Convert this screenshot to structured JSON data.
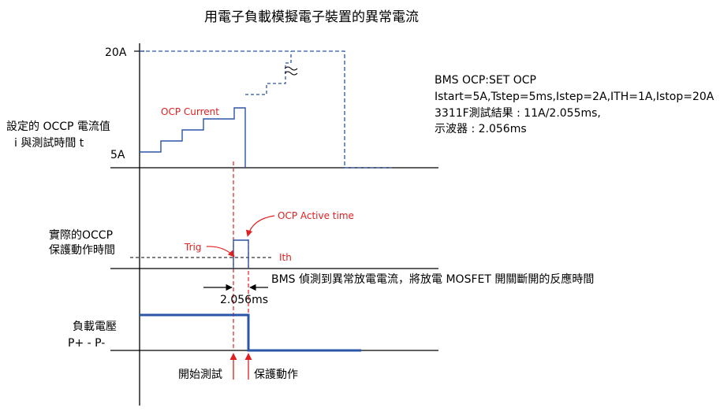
{
  "title": "用電子負載模擬電子裝置的異常電流",
  "colors": {
    "signal": "#2b55a6",
    "red": "#e02020",
    "axis": "#000000"
  },
  "top_panel": {
    "y_label_line1": "設定的 OCCP 電流值",
    "y_label_line2": "i 與測試時間 t",
    "tick_20a": "20A",
    "tick_5a": "5A",
    "curve_label": "OCP Current"
  },
  "info": {
    "line1": "BMS OCP:SET OCP",
    "line2": "Istart=5A,Tstep=5ms,Istep=2A,ITH=1A,Istop=20A",
    "line3": "3311F測試結果 : 11A/2.055ms,",
    "line4": "示波器 : 2.056ms"
  },
  "middle_panel": {
    "y_label_line1": "實際的OCCP",
    "y_label_line2": "保護動作時間",
    "trig_label": "Trig",
    "ith_label": "Ith",
    "active_label": "OCP Active time"
  },
  "measurement": {
    "description": "BMS 偵測到異常放電電流，將放電 MOSFET 開關斷開的反應時間",
    "value": "2.056ms"
  },
  "bottom_panel": {
    "y_label_line1": "負載電壓",
    "y_label_line2": "P+ - P-",
    "arrow_left_label": "開始測試",
    "arrow_right_label": "保護動作"
  }
}
